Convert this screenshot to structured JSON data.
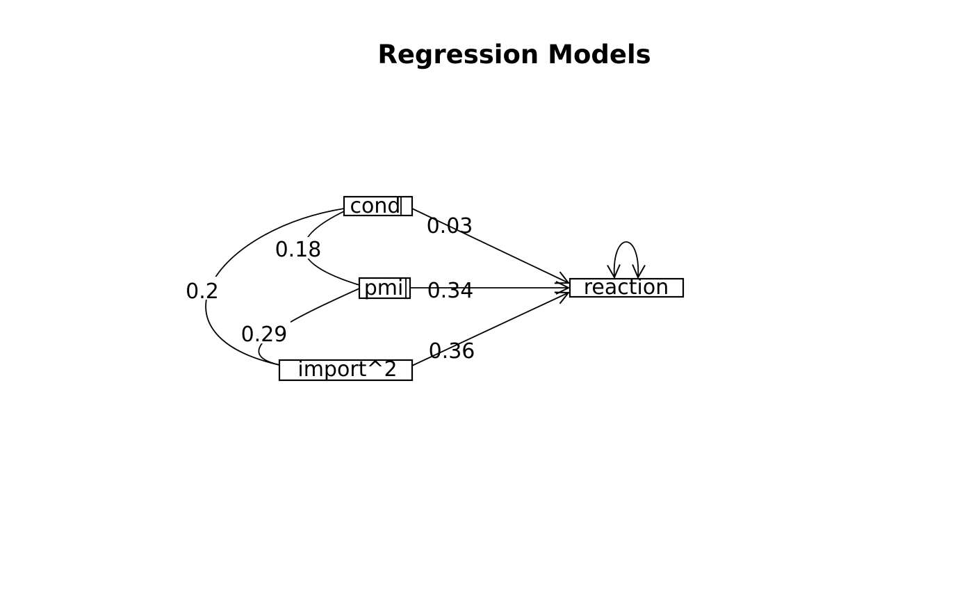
{
  "title": "Regression Models",
  "diagram": {
    "type": "sem-path-diagram",
    "colors": {
      "stroke": "#000000",
      "background": "#ffffff",
      "text": "#000000"
    },
    "nodes": [
      {
        "id": "cond",
        "label": "cond",
        "shape": "rectangle"
      },
      {
        "id": "pmi",
        "label": "pmi",
        "shape": "rectangle"
      },
      {
        "id": "import2",
        "label": "import^2",
        "shape": "rectangle"
      },
      {
        "id": "reaction",
        "label": "reaction",
        "shape": "rectangle"
      }
    ],
    "edges": [
      {
        "from": "cond",
        "to": "reaction",
        "label": "0.03",
        "type": "regression-arrow"
      },
      {
        "from": "pmi",
        "to": "reaction",
        "label": "0.34",
        "type": "regression-arrow"
      },
      {
        "from": "import2",
        "to": "reaction",
        "label": "0.36",
        "type": "regression-arrow"
      },
      {
        "from": "cond",
        "to": "pmi",
        "label": "0.18",
        "type": "covariance-curve"
      },
      {
        "from": "cond",
        "to": "import2",
        "label": "0.2",
        "type": "covariance-curve"
      },
      {
        "from": "pmi",
        "to": "import2",
        "label": "0.29",
        "type": "covariance-curve"
      },
      {
        "from": "reaction",
        "to": "reaction",
        "label": "",
        "type": "variance-loop"
      }
    ]
  }
}
